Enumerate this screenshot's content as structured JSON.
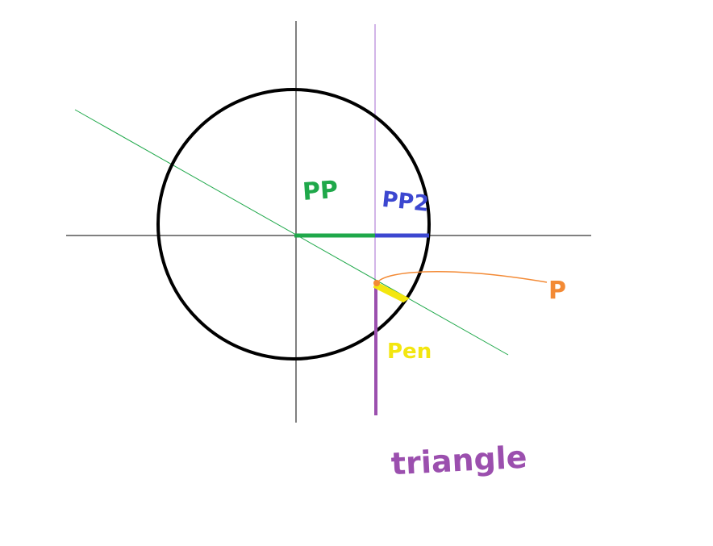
{
  "labels": {
    "pp": "PP",
    "pp2": "PP2",
    "p": "P",
    "pen": "Pen",
    "triangle": "triangle"
  },
  "colors": {
    "background": "#ffffff",
    "axes": "#000000",
    "circle": "#000000",
    "diagonal_line": "#1fa84a",
    "vertical_line": "#a56bd0",
    "pp_segment": "#1fa84a",
    "pp2_segment": "#3c47d0",
    "pen_segment": "#f3e60f",
    "triangle_segment": "#9b4fae",
    "p_point": "#f38a35"
  }
}
